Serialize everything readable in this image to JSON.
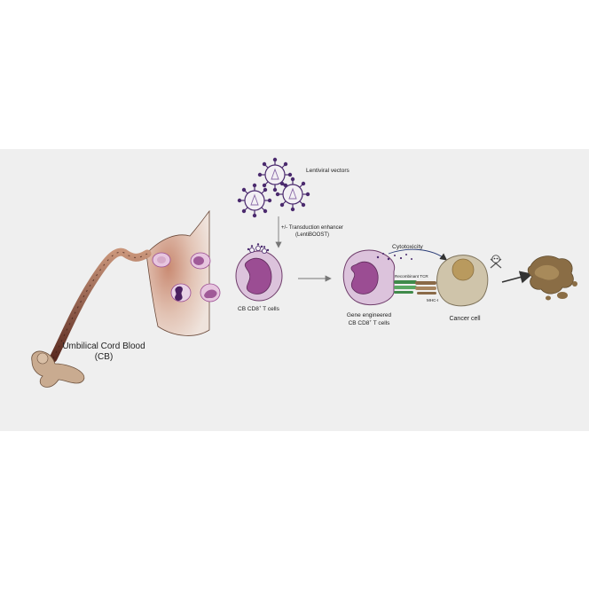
{
  "labels": {
    "lentiviral_vectors": "Lentiviral vectors",
    "transduction_line1": "+/- Transduction enhancer",
    "transduction_line2": "(LentiBOOST)",
    "cb_tcells_prefix": "CB CD8",
    "cb_tcells_sup": "+",
    "cb_tcells_suffix": " T cells",
    "umbilical_line1": "Umbilical Cord Blood",
    "umbilical_line2": "(CB)",
    "cytotoxicity": "Cytotoxicity",
    "recombinant_tcr": "Recombinant TCR",
    "mhc": "MHC-I",
    "cancer_cell": "Cancer cell",
    "gene_line1": "Gene engineered",
    "gene_line2_prefix": "CB CD8",
    "gene_line2_sup": "+",
    "gene_line2_suffix": " T cells"
  },
  "colors": {
    "background_panel": "#efefef",
    "tcell_membrane": "#dcc3dc",
    "tcell_nucleus": "#9b4d93",
    "virus_spikes": "#4b2a6e",
    "cord": "#8a4a38",
    "placenta": "#ecd9cf",
    "baby": "#c9ab90",
    "cancer_cytoplasm": "#cfc4aa",
    "cancer_nucleus": "#b99a5e",
    "dead_cell": "#8a6d45",
    "tcr_green": "#3f8a4a",
    "mhc_brown": "#8a6a48"
  }
}
